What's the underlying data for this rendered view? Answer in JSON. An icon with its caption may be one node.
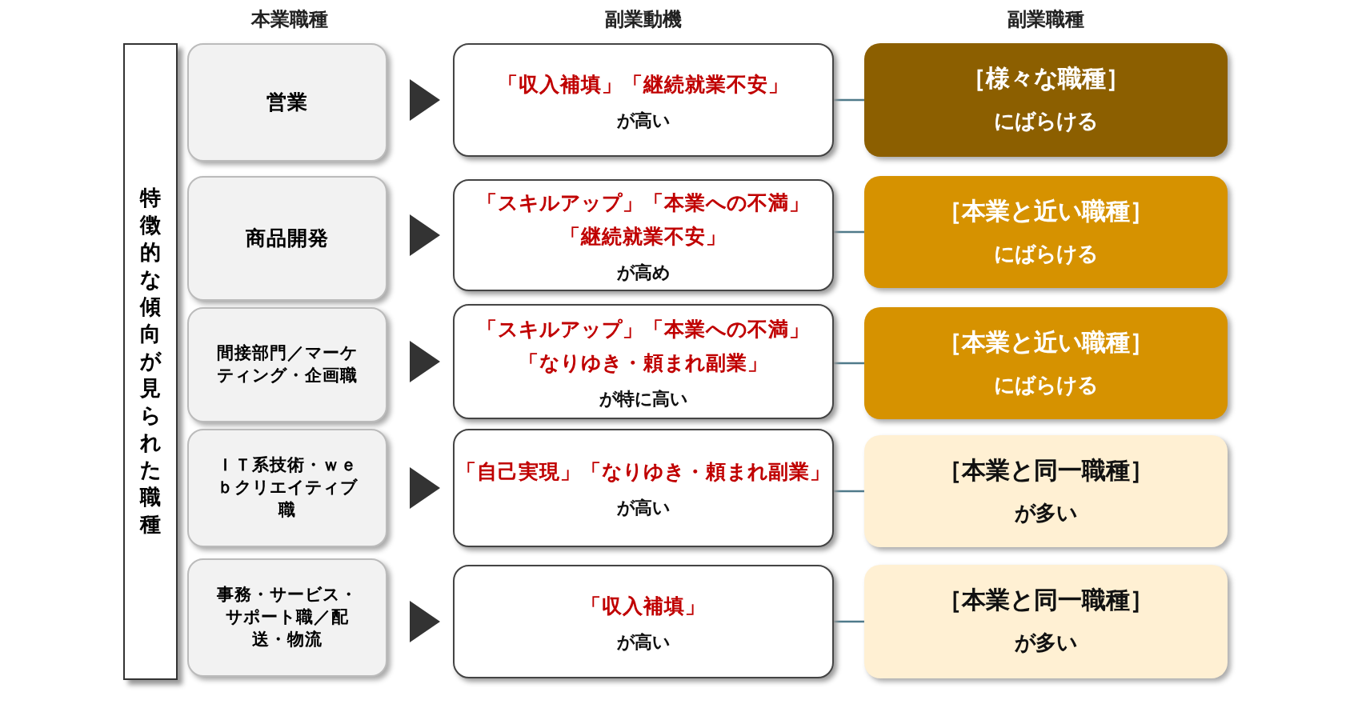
{
  "diagram": {
    "nodes": [
      {
        "text": [
          "特徴的な傾向が見られた職種"
        ]
      },
      {
        "text": [
          "営業"
        ]
      },
      {
        "text": [
          "商品開発"
        ]
      },
      {
        "text": [
          "間接部門／マーケティング・企画職"
        ]
      },
      {
        "text": [
          "ＩＴ系技術・ｗｅｂクリエイティブ職"
        ]
      },
      {
        "text": [
          "事務・サービス・サポート職／配送・物流"
        ]
      },
      {
        "text": [
          "「収入補填」「継続就業不安」",
          "が高い"
        ]
      },
      {
        "text": [
          "「スキルアップ」「本業への不満」",
          "「継続就業不安」",
          "が高め"
        ]
      },
      {
        "text": [
          "「スキルアップ」「本業への不満」",
          "「なりゆき・頼まれ副業」",
          "が特に高い"
        ]
      },
      {
        "text": [
          "「自己実現」「なりゆき・頼まれ副業」",
          "が高い"
        ]
      },
      {
        "text": [
          "「収入補填」",
          "が高い"
        ]
      },
      {
        "text": [
          "［様々な職種］",
          "にばらける"
        ]
      },
      {
        "text": [
          "［本業と近い職種］",
          "にばらける"
        ]
      },
      {
        "text": [
          "［本業と近い職種］",
          "にばらける"
        ]
      },
      {
        "text": [
          "［本業と同一職種］",
          "が多い"
        ]
      },
      {
        "text": [
          "［本業と同一職種］",
          "が多い"
        ]
      }
    ],
    "edges": [
      {
        "from": 1,
        "to": 6,
        "arrow": "to"
      },
      {
        "from": 2,
        "to": 7,
        "arrow": "to"
      },
      {
        "from": 3,
        "to": 8,
        "arrow": "to"
      },
      {
        "from": 4,
        "to": 9,
        "arrow": "to"
      },
      {
        "from": 5,
        "to": 10,
        "arrow": "to"
      },
      {
        "from": 6,
        "to": 11,
        "arrow": "none"
      },
      {
        "from": 7,
        "to": 12,
        "arrow": "none"
      },
      {
        "from": 8,
        "to": 13,
        "arrow": "none"
      },
      {
        "from": 9,
        "to": 14,
        "arrow": "none"
      },
      {
        "from": 10,
        "to": 15,
        "arrow": "none"
      }
    ],
    "labels": [
      "本業職種",
      "副業動機",
      "副業職種"
    ]
  }
}
